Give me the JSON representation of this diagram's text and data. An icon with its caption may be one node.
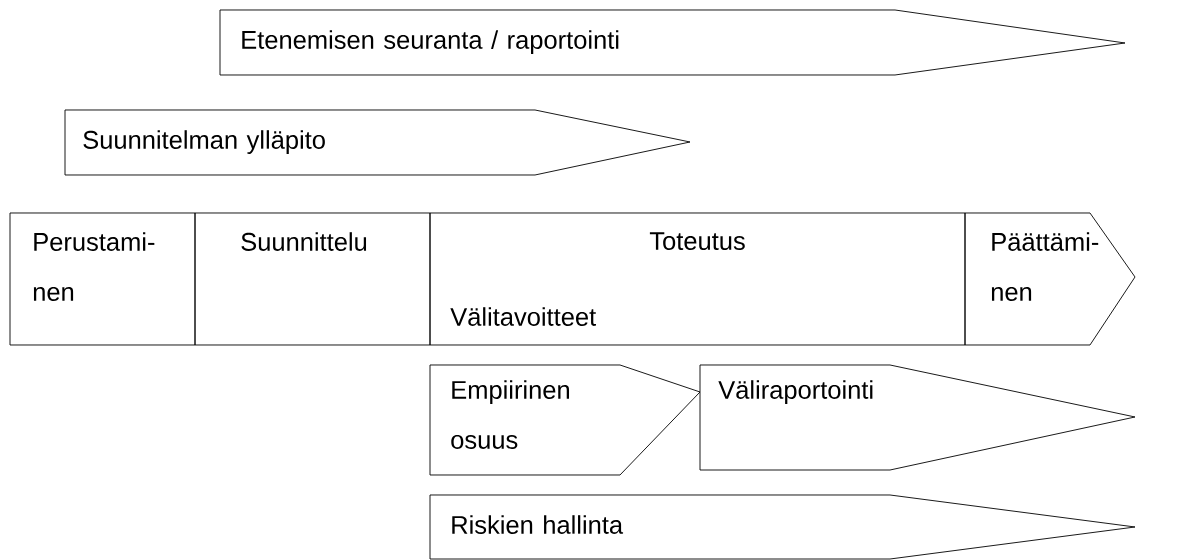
{
  "diagram": {
    "nodes": [
      {
        "text": [
          "Etenemisen seuranta / raportointi"
        ]
      },
      {
        "text": [
          "Suunnitelman ylläpito"
        ]
      },
      {
        "text": [
          "Perustami- nen"
        ]
      },
      {
        "text": [
          "Suunnittelu"
        ]
      },
      {
        "text": [
          "Toteutus",
          "Välitavoitteet"
        ]
      },
      {
        "text": [
          "Päättämi- nen"
        ]
      },
      {
        "text": [
          "Empiirinen osuus"
        ]
      },
      {
        "text": [
          "Väliraportointi"
        ]
      },
      {
        "text": [
          "Riskien hallinta"
        ]
      }
    ]
  }
}
